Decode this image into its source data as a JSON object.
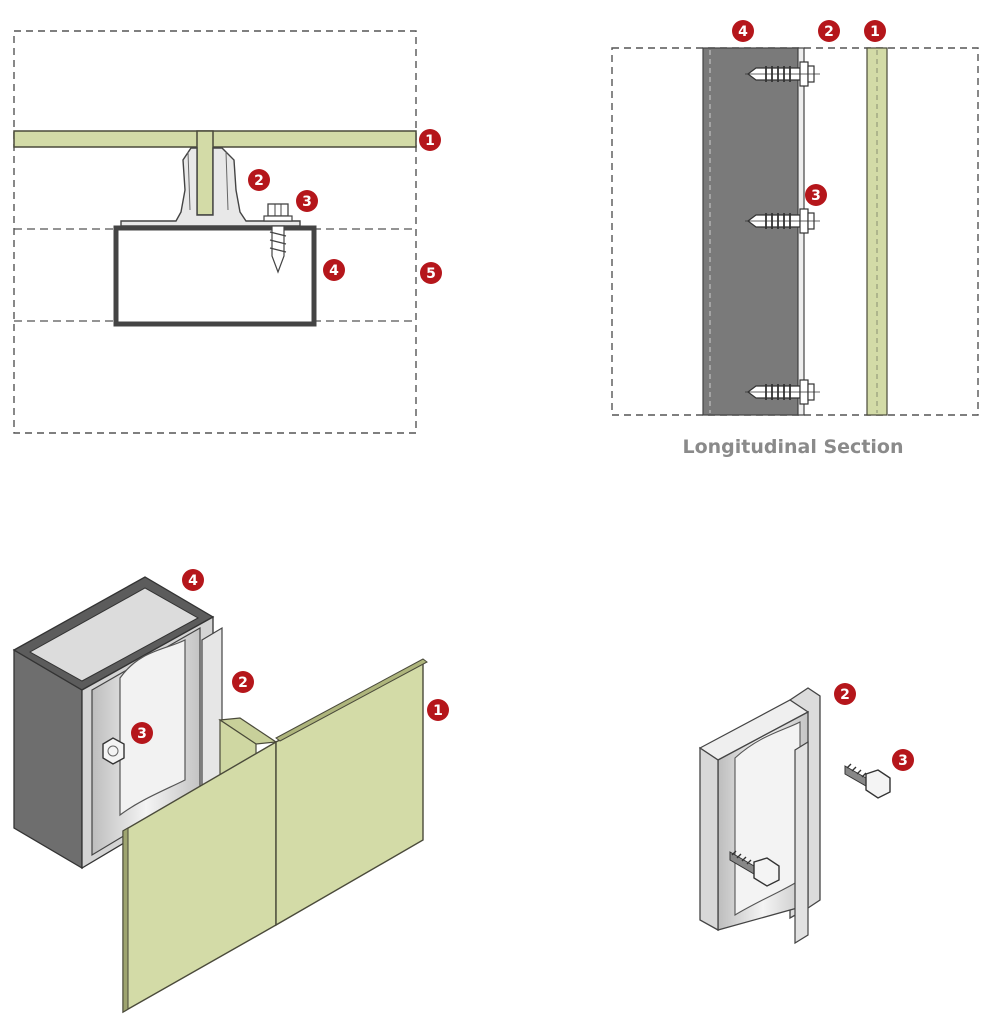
{
  "colors": {
    "panel": "#d3dba7",
    "panel_edge": "#4a4a3a",
    "steel_dark": "#777777",
    "aluminium": "#e8e8e8",
    "marker": "#b5161b",
    "dash": "#555555",
    "caption": "#8a8a8a"
  },
  "views": {
    "plan_section": {
      "markers": [
        "1",
        "2",
        "3",
        "4",
        "5"
      ]
    },
    "longitudinal_section": {
      "caption": "Longitudinal Section",
      "markers": [
        "4",
        "2",
        "1",
        "3"
      ]
    },
    "isometric_assembly": {
      "markers": [
        "4",
        "2",
        "1",
        "3"
      ]
    },
    "isometric_rail_detail": {
      "markers": [
        "2",
        "3"
      ]
    }
  }
}
